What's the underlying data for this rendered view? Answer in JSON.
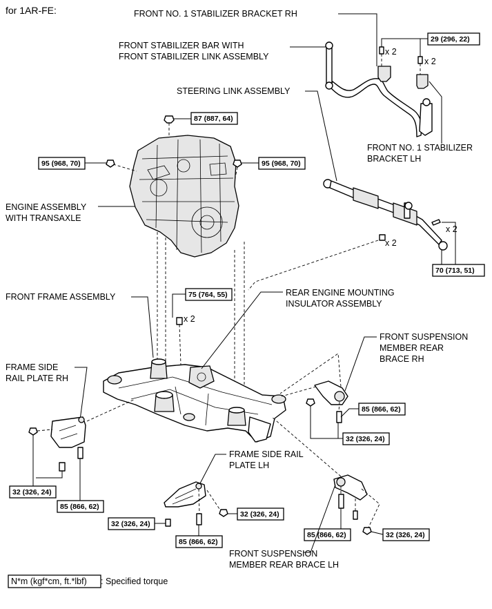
{
  "header": "for 1AR-FE:",
  "labels": {
    "front_no1_stabilizer_bracket_rh": "FRONT NO. 1 STABILIZER BRACKET RH",
    "stabilizer_bar_line1": "FRONT STABILIZER BAR WITH",
    "stabilizer_bar_line2": "FRONT STABILIZER LINK ASSEMBLY",
    "steering_link": "STEERING LINK ASSEMBLY",
    "stabilizer_bracket_lh_line1": "FRONT NO. 1 STABILIZER",
    "stabilizer_bracket_lh_line2": "BRACKET LH",
    "engine_line1": "ENGINE ASSEMBLY",
    "engine_line2": "WITH TRANSAXLE",
    "front_frame": "FRONT FRAME ASSEMBLY",
    "rear_mount_line1": "REAR ENGINE MOUNTING",
    "rear_mount_line2": "INSULATOR ASSEMBLY",
    "brace_rh_line1": "FRONT SUSPENSION",
    "brace_rh_line2": "MEMBER REAR",
    "brace_rh_line3": "BRACE RH",
    "rail_rh_line1": "FRAME SIDE",
    "rail_rh_line2": "RAIL PLATE RH",
    "rail_lh_line1": "FRAME SIDE RAIL",
    "rail_lh_line2": "PLATE LH",
    "brace_lh_line1": "FRONT SUSPENSION",
    "brace_lh_line2": "MEMBER REAR BRACE LH"
  },
  "torques": {
    "stab_bracket": "29 (296, 22)",
    "engine_top": "87 (887, 64)",
    "engine_left": "95 (968, 70)",
    "engine_right": "95 (968, 70)",
    "steering": "70 (713, 51)",
    "frame_bolt": "75 (764, 55)",
    "brace_rh_bolt": "85 (866, 62)",
    "brace_rh_nut": "32 (326, 24)",
    "rail_rh_nut": "32 (326, 24)",
    "rail_rh_bolt": "85 (866, 62)",
    "rail_lh_nut_right": "32 (326, 24)",
    "rail_lh_nut_left": "32 (326, 24)",
    "rail_lh_bolt": "85 (866, 62)",
    "brace_lh_bolt": "85 (866, 62)",
    "brace_lh_nut": "32 (326, 24)"
  },
  "multipliers": {
    "stab_left": "x 2",
    "stab_right": "x 2",
    "steering_bolt": "x 2",
    "steering_nut": "x 2",
    "frame_bolt": "x 2"
  },
  "legend": {
    "unit_box": "N*m (kgf*cm, ft.*lbf)",
    "text": ": Specified torque"
  }
}
